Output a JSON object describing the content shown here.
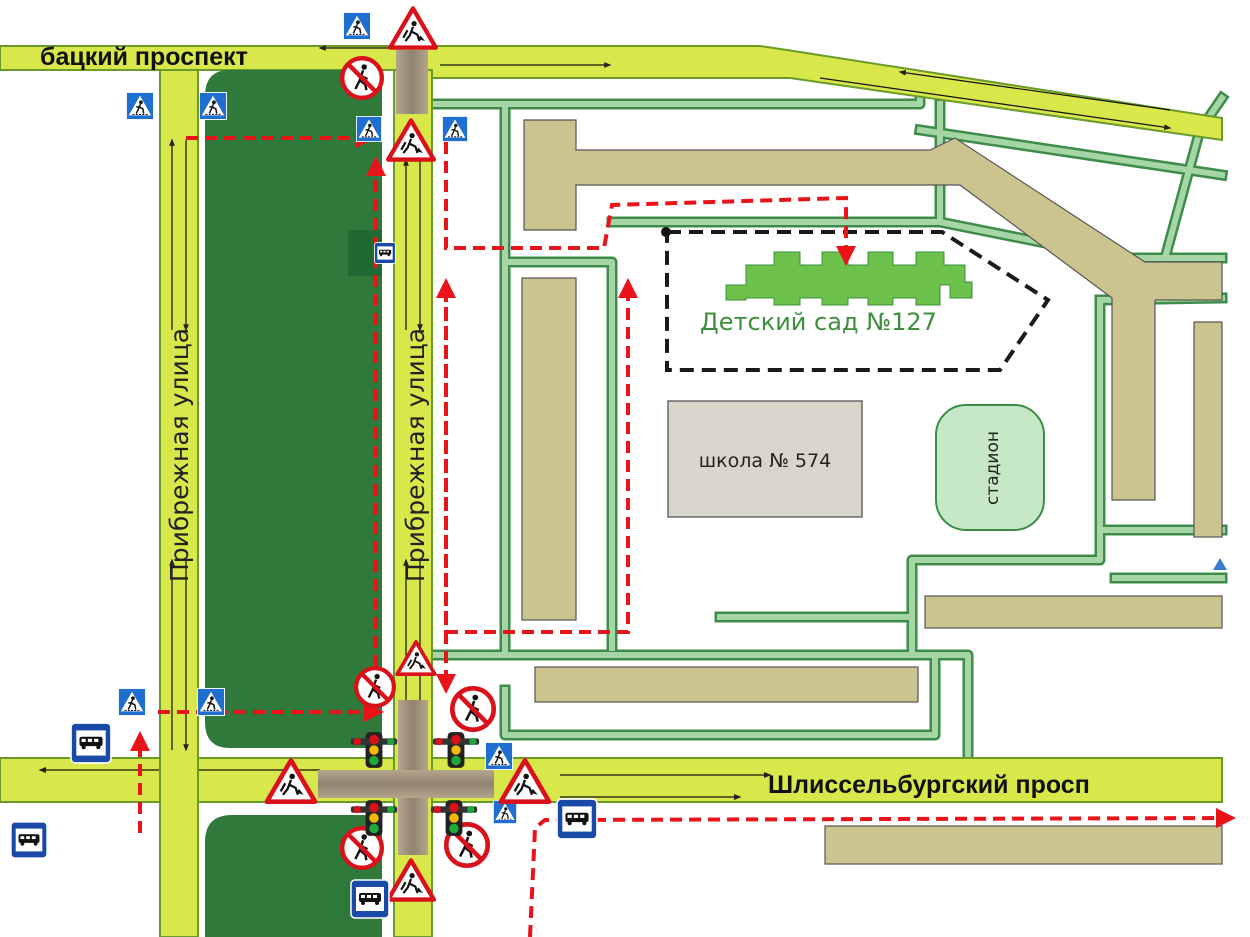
{
  "map": {
    "streets": {
      "top_prospect": "бацкий проспект",
      "pribrezhnaya_left": "Прибрежная улица",
      "pribrezhnaya_right": "Прибрежная улица",
      "shlisselburgsky": "Шлиссельбургский просп"
    },
    "places": {
      "kindergarten": "Детский сад №127",
      "school": "школа № 574",
      "stadium": "стадион"
    },
    "colors": {
      "road_fill": "#d8e84a",
      "road_edge": "#6a9a2a",
      "park": "#2f7a3a",
      "building": "#cbc48e",
      "block_path": "#a6d6a6",
      "block_path_edge": "#3d8c4a",
      "route": "#e8141a",
      "kindergarten": "#6cc24a",
      "stadium": "#c6e8c6",
      "school": "#d8d5cb"
    },
    "icons": {
      "crosswalk": "pedestrian-crossing-sign-icon",
      "no_pedestrians": "no-pedestrians-sign-icon",
      "road_works": "road-works-warning-icon",
      "traffic_light": "traffic-light-icon",
      "bus_stop": "bus-stop-sign-icon"
    }
  }
}
